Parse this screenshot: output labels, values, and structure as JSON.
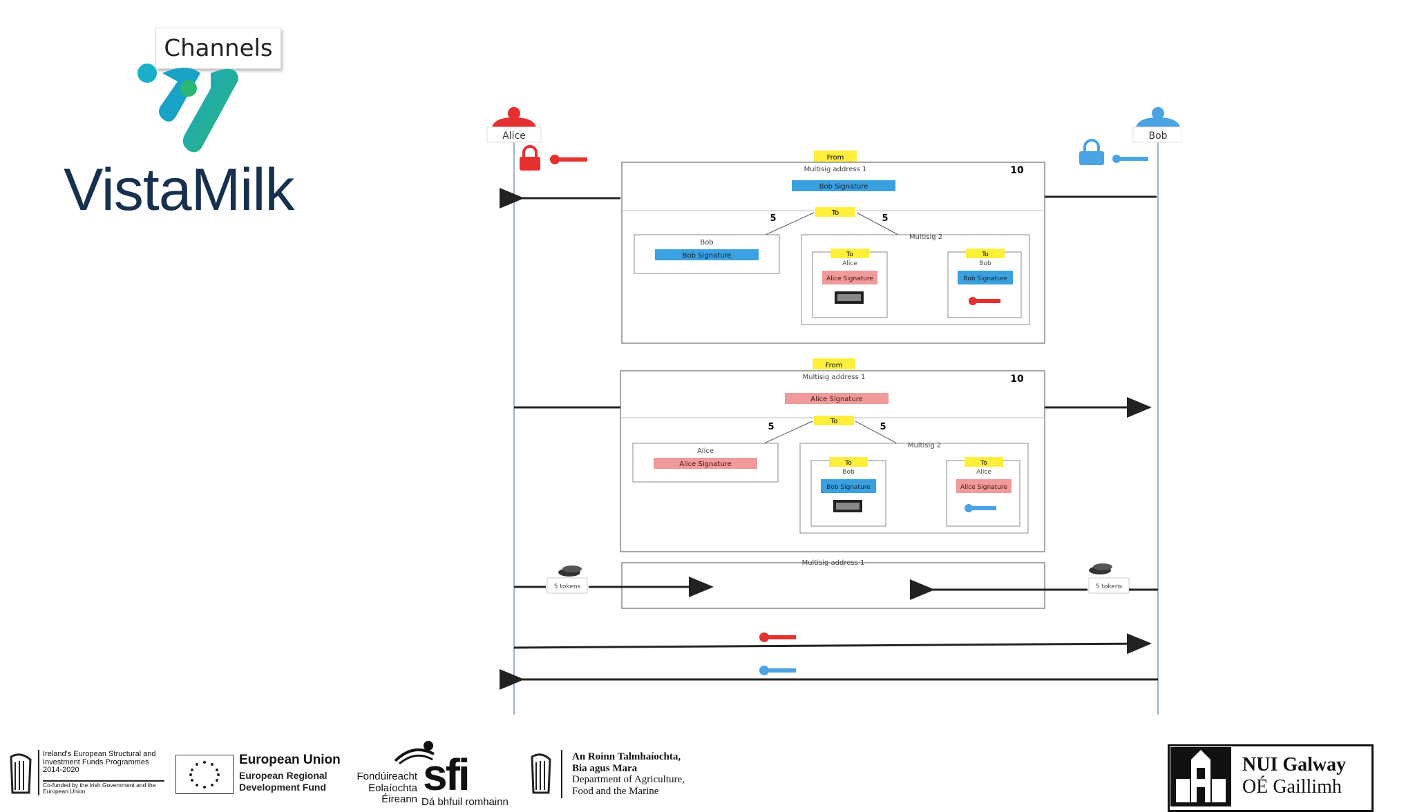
{
  "header": {
    "label": "Channels",
    "brand": "VistaMilk"
  },
  "diagram": {
    "parties": {
      "left": "Alice",
      "right": "Bob"
    },
    "block1": {
      "from_tag": "From",
      "address": "Multisig address 1",
      "amount": "10",
      "signature": "Bob Signature",
      "to_tag": "To",
      "split_left": "5",
      "split_right": "5",
      "left_box_name": "Bob",
      "left_box_sig": "Bob Signature",
      "right_box_label": "Multisig 2",
      "inner_left_tag": "To",
      "inner_left_name": "Alice",
      "inner_left_sig": "Alice Signature",
      "inner_right_tag": "To",
      "inner_right_name": "Bob",
      "inner_right_sig": "Bob Signature"
    },
    "block2": {
      "from_tag": "From",
      "address": "Multisig address 1",
      "amount": "10",
      "signature": "Alice Signature",
      "to_tag": "To",
      "split_left": "5",
      "split_right": "5",
      "left_box_name": "Alice",
      "left_box_sig": "Alice Signature",
      "right_box_label": "Multisig 2",
      "inner_left_tag": "To",
      "inner_left_name": "Bob",
      "inner_left_sig": "Bob Signature",
      "inner_right_tag": "To",
      "inner_right_name": "Alice",
      "inner_right_sig": "Alice Signature"
    },
    "block3": {
      "address": "Multisig address 1",
      "left_tokens": "5 tokens",
      "right_tokens": "5 tokens"
    },
    "colors": {
      "alice": "#e5302f",
      "bob": "#4aa3e3",
      "yellow_tag": "#ffef3a",
      "blue_sig": "#3aa0e0",
      "pink_sig": "#f09a9a"
    }
  },
  "footer": {
    "isif_text": "Ireland's European Structural and Investment Funds Programmes 2014-2020",
    "isif_sub": "Co-funded by the Irish Government and the European Union",
    "eu_title": "European Union",
    "eu_sub_1": "European Regional",
    "eu_sub_2": "Development Fund",
    "sfi_text_1": "Fondúireacht",
    "sfi_text_2": "Eolaíochta",
    "sfi_text_3": "Éireann",
    "sfi_mark": "sfi",
    "sfi_tag": "Dá bhfuil romhainn",
    "agri_1": "An Roinn Talmhaíochta,",
    "agri_2": "Bia agus Mara",
    "agri_3": "Department of Agriculture,",
    "agri_4": "Food and the Marine",
    "nui_1": "NUI Galway",
    "nui_2": "OÉ Gaillimh"
  }
}
